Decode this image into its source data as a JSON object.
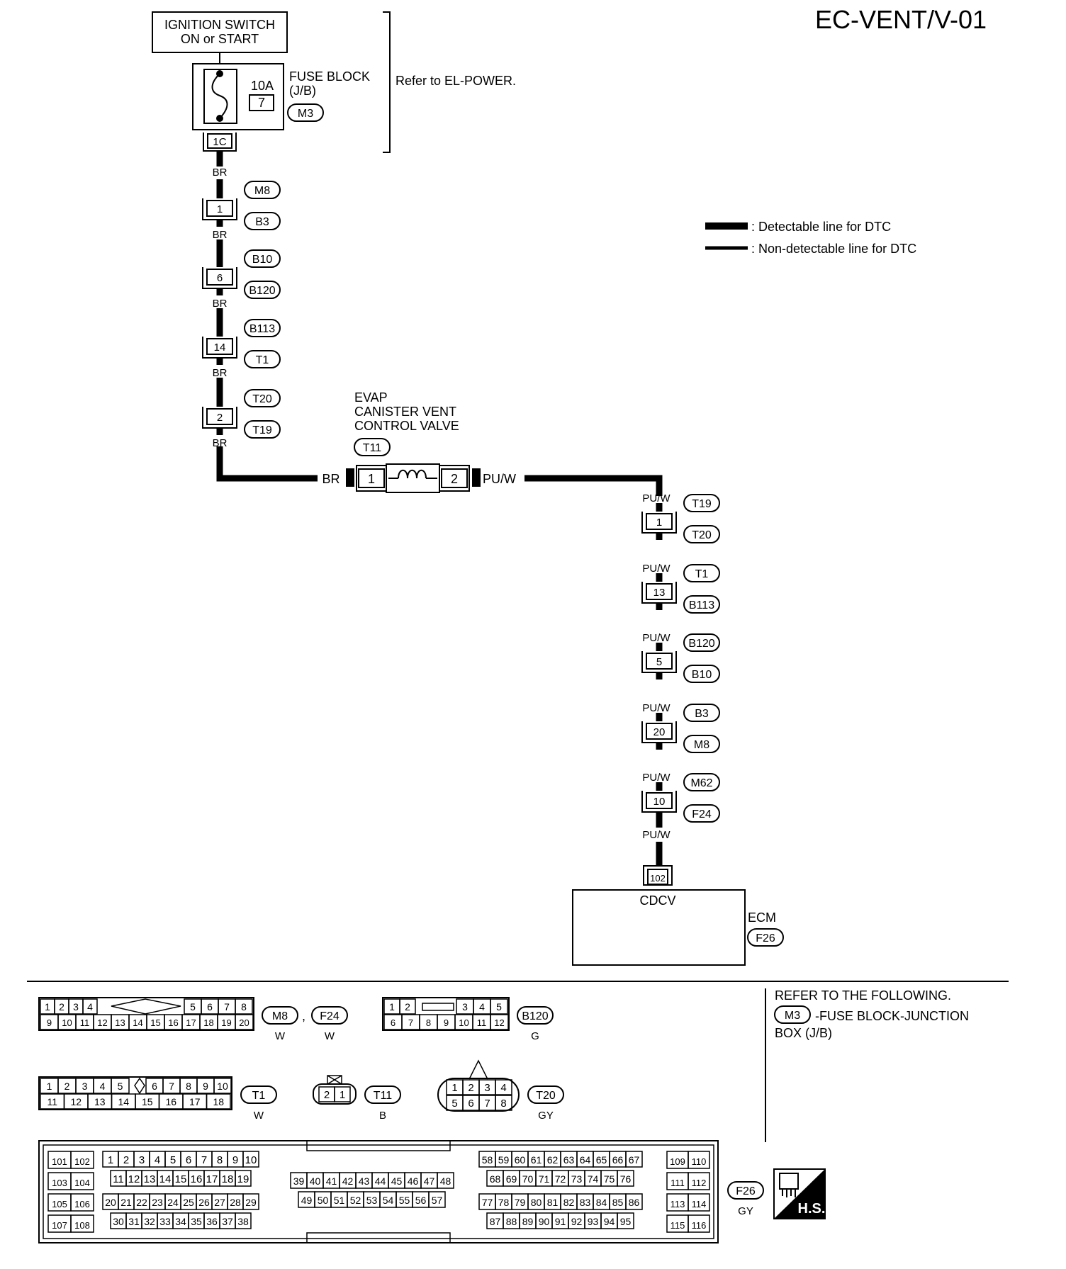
{
  "header": {
    "title": "EC-VENT/V-01",
    "ignition_line1": "IGNITION SWITCH",
    "ignition_line2": "ON or START",
    "fuse_amps": "10A",
    "fuse_number": "7",
    "fuse_block_line1": "FUSE BLOCK",
    "fuse_block_line2": "(J/B)",
    "fuse_block_connector": "M3",
    "fuse_block_terminal": "1C",
    "refer_power": "Refer to EL-POWER."
  },
  "legend": {
    "detectable": ": Detectable line for DTC",
    "non_detectable": ": Non-detectable line for DTC"
  },
  "left_chain": {
    "wire_color": "BR",
    "connectors": [
      {
        "pin": "1",
        "top": "M8",
        "bottom": "B3"
      },
      {
        "pin": "6",
        "top": "B10",
        "bottom": "B120"
      },
      {
        "pin": "14",
        "top": "B113",
        "bottom": "T1"
      },
      {
        "pin": "2",
        "top": "T20",
        "bottom": "T19"
      }
    ]
  },
  "valve": {
    "line1": "EVAP",
    "line2": "CANISTER VENT",
    "line3": "CONTROL VALVE",
    "connector": "T11",
    "pin_left": "1",
    "pin_right": "2",
    "wire_in": "BR",
    "wire_out": "PU/W"
  },
  "right_chain": {
    "wire_color": "PU/W",
    "connectors": [
      {
        "pin": "1",
        "top": "T19",
        "bottom": "T20"
      },
      {
        "pin": "13",
        "top": "T1",
        "bottom": "B113"
      },
      {
        "pin": "5",
        "top": "B120",
        "bottom": "B10"
      },
      {
        "pin": "20",
        "top": "B3",
        "bottom": "M8"
      },
      {
        "pin": "10",
        "top": "M62",
        "bottom": "F24"
      }
    ]
  },
  "ecm": {
    "terminal": "102",
    "signal": "CDCV",
    "label": "ECM",
    "connector": "F26"
  },
  "bottom": {
    "conn_m8_f24": {
      "row1": [
        "1",
        "2",
        "3",
        "4",
        "5",
        "6",
        "7",
        "8"
      ],
      "row2": [
        "9",
        "10",
        "11",
        "12",
        "13",
        "14",
        "15",
        "16",
        "17",
        "18",
        "19",
        "20"
      ],
      "tags": [
        "M8",
        "F24"
      ],
      "sep": ",",
      "colors": [
        "W",
        "W"
      ]
    },
    "conn_b120": {
      "row1": [
        "1",
        "2",
        "3",
        "4",
        "5"
      ],
      "row2": [
        "6",
        "7",
        "8",
        "9",
        "10",
        "11",
        "12"
      ],
      "tag": "B120",
      "color": "G"
    },
    "conn_t1": {
      "row1": [
        "1",
        "2",
        "3",
        "4",
        "5",
        "6",
        "7",
        "8",
        "9",
        "10"
      ],
      "row2": [
        "11",
        "12",
        "13",
        "14",
        "15",
        "16",
        "17",
        "18"
      ],
      "tag": "T1",
      "color": "W"
    },
    "conn_t11": {
      "pins": [
        "2",
        "1"
      ],
      "tag": "T11",
      "color": "B"
    },
    "conn_t20": {
      "row1": [
        "1",
        "2",
        "3",
        "4"
      ],
      "row2": [
        "5",
        "6",
        "7",
        "8"
      ],
      "tag": "T20",
      "color": "GY"
    },
    "conn_f26": {
      "left_pairs": [
        [
          "101",
          "102"
        ],
        [
          "103",
          "104"
        ],
        [
          "105",
          "106"
        ],
        [
          "107",
          "108"
        ]
      ],
      "blk1_row1": [
        "1",
        "2",
        "3",
        "4",
        "5",
        "6",
        "7",
        "8",
        "9",
        "10"
      ],
      "blk1_row2": [
        "11",
        "12",
        "13",
        "14",
        "15",
        "16",
        "17",
        "18",
        "19"
      ],
      "blk1_row3": [
        "20",
        "21",
        "22",
        "23",
        "24",
        "25",
        "26",
        "27",
        "28",
        "29"
      ],
      "blk1_row4": [
        "30",
        "31",
        "32",
        "33",
        "34",
        "35",
        "36",
        "37",
        "38"
      ],
      "mid_row1": [
        "39",
        "40",
        "41",
        "42",
        "43",
        "44",
        "45",
        "46",
        "47",
        "48"
      ],
      "mid_row2": [
        "49",
        "50",
        "51",
        "52",
        "53",
        "54",
        "55",
        "56",
        "57"
      ],
      "blk3_row1": [
        "58",
        "59",
        "60",
        "61",
        "62",
        "63",
        "64",
        "65",
        "66",
        "67"
      ],
      "blk3_row2": [
        "68",
        "69",
        "70",
        "71",
        "72",
        "73",
        "74",
        "75",
        "76"
      ],
      "blk3_row3": [
        "77",
        "78",
        "79",
        "80",
        "81",
        "82",
        "83",
        "84",
        "85",
        "86"
      ],
      "blk3_row4": [
        "87",
        "88",
        "89",
        "90",
        "91",
        "92",
        "93",
        "94",
        "95"
      ],
      "right_pairs": [
        [
          "109",
          "110"
        ],
        [
          "111",
          "112"
        ],
        [
          "113",
          "114"
        ],
        [
          "115",
          "116"
        ]
      ],
      "tag": "F26",
      "color": "GY"
    },
    "refer_title": "REFER TO THE FOLLOWING.",
    "refer_tag": "M3",
    "refer_text1": "-FUSE BLOCK-JUNCTION",
    "refer_text2": "BOX (J/B)",
    "hs_label": "H.S."
  }
}
